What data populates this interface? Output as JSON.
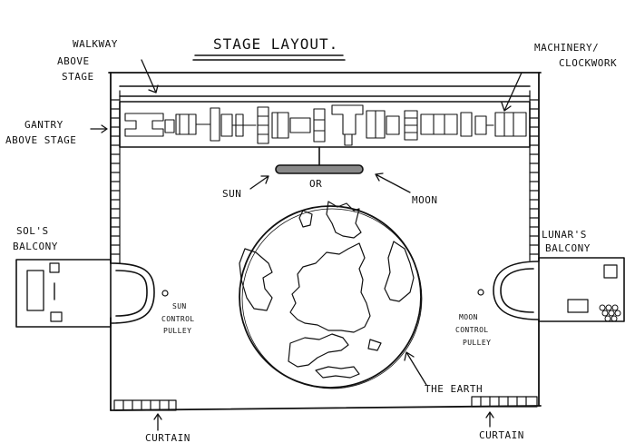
{
  "diagram": {
    "title": "STAGE LAYOUT.",
    "labels": {
      "walkway": [
        "WALKWAY",
        "ABOVE",
        "STAGE"
      ],
      "gantry": [
        "GANTRY",
        "ABOVE STAGE"
      ],
      "machinery": [
        "MACHINERY/",
        "CLOCKWORK"
      ],
      "sun": "SUN",
      "or": "OR",
      "moon": "MOON",
      "sols_balcony": [
        "SOL'S",
        "BALCONY"
      ],
      "lunars_balcony": [
        "LUNAR'S",
        "BALCONY"
      ],
      "sun_pulley": [
        "SUN",
        "CONTROL",
        "PULLEY"
      ],
      "moon_pulley": [
        "MOON",
        "CONTROL",
        "PULLEY"
      ],
      "earth": "THE EARTH",
      "curtain_left": "CURTAIN",
      "curtain_right": "CURTAIN"
    },
    "colors": {
      "ink": "#111111",
      "paper": "#ffffff",
      "disc_fill": "#888888"
    }
  }
}
